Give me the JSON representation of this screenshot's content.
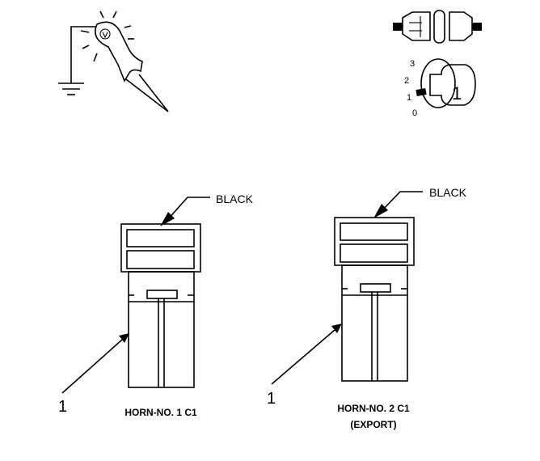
{
  "ignition_icon": {
    "positions": [
      "3",
      "2",
      "1",
      "0"
    ],
    "key_label": "1"
  },
  "connectors": [
    {
      "color_label": "BLACK",
      "callout": "1",
      "caption_line1": "HORN-NO. 1 C1",
      "caption_line2": ""
    },
    {
      "color_label": "BLACK",
      "callout": "1",
      "caption_line1": "HORN-NO. 2 C1",
      "caption_line2": "(EXPORT)"
    }
  ]
}
